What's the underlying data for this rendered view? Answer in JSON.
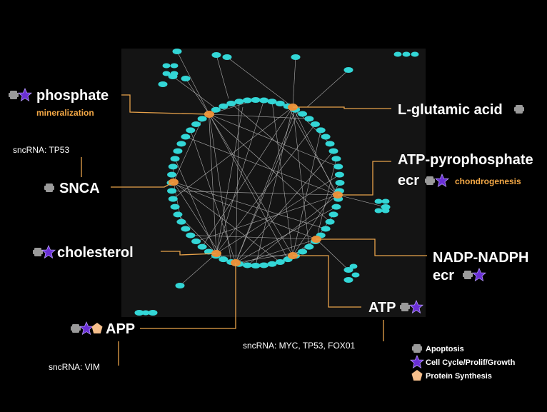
{
  "colors": {
    "background": "#000000",
    "panel": "#141414",
    "node": "#33d6d6",
    "hub": "#e8903a",
    "edge": "#c8c8c8",
    "leader": "#e8a24a",
    "apoptosis": "#9a9a9a",
    "cell_cycle": "#6a2fd6",
    "protein_synthesis": "#f6bf8c"
  },
  "labels": {
    "phosphate": "phosphate",
    "mineralization": "mineralization",
    "glutamic": "L-glutamic acid",
    "sncrna_tp53": "sncRNA: TP53",
    "snca": "SNCA",
    "atp_pyro_1": "ATP-pyrophosphate",
    "atp_pyro_2": "ecr",
    "chondrogenesis": "chondrogenesis",
    "cholesterol": "cholesterol",
    "nadp_1": "NADP-NADPH",
    "nadp_2": "ecr",
    "atp": "ATP",
    "app": "APP",
    "sncrna_myc": "sncRNA: MYC, TP53, FOX01",
    "sncrna_vim": "sncRNA: VIM"
  },
  "legend": [
    {
      "icon": "apoptosis-icon",
      "label": "Apoptosis"
    },
    {
      "icon": "cell-cycle-star-icon",
      "label": "Cell Cycle/Prolif/Growth"
    },
    {
      "icon": "protein-synthesis-pentagon-icon",
      "label": "Protein Synthesis"
    }
  ]
}
